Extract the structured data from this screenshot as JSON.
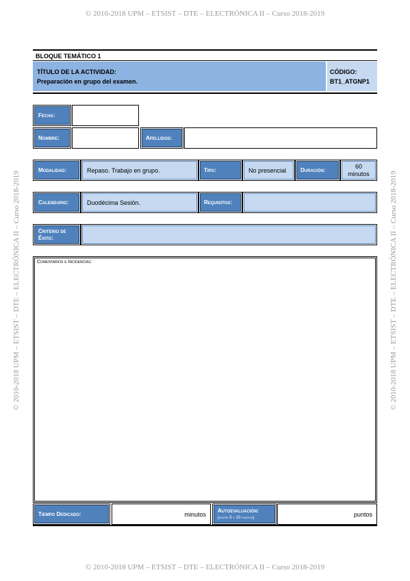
{
  "header": {
    "copyright": "© 2010-2018 UPM – ETSIST – DTE – ELECTRÓNICA II – Curso 2018-2019"
  },
  "footer": {
    "copyright": "© 2010-2018 UPM – ETSIST – DTE – ELECTRÓNICA II – Curso 2018-2019"
  },
  "side": {
    "text": "© 2010-2018 UPM – ETSIST – DTE – ELECTRÓNICA II – Curso 2018-2019"
  },
  "bloque": "BLOQUE TEMÁTICO 1",
  "actividad": {
    "label": "TÍTULO DE LA ACTIVIDAD:",
    "title": "Preparación en grupo del examen.",
    "codigo_label": "CÓDIGO:",
    "codigo": "BT1_ATGNP1"
  },
  "form": {
    "fecha_label": "Fecha:",
    "nombre_label": "Nombre:",
    "apellidos_label": "Apellidos:",
    "modalidad_label": "Modalidad:",
    "modalidad": "Repaso. Trabajo en grupo.",
    "tipo_label": "Tipo:",
    "tipo": "No presencial",
    "duracion_label": "Duración:",
    "duracion_num": "60",
    "duracion_unit": "minutos",
    "calendario_label": "Calendario:",
    "calendario": "Duodécima Sesión.",
    "requisitos_label": "Requisitos:",
    "requisitos": "",
    "criterio_label_1": "Criterio de",
    "criterio_label_2": "Éxito:",
    "criterio": "",
    "comentarios_label": "Comentarios e Incidencias:",
    "tiempo_label": "Tiempo Dedicado:",
    "tiempo_unit": "minutos",
    "auto_label": "Autoevaluación:",
    "auto_sub": "(entre 0 y 10 puntos)",
    "auto_unit": "puntos"
  }
}
